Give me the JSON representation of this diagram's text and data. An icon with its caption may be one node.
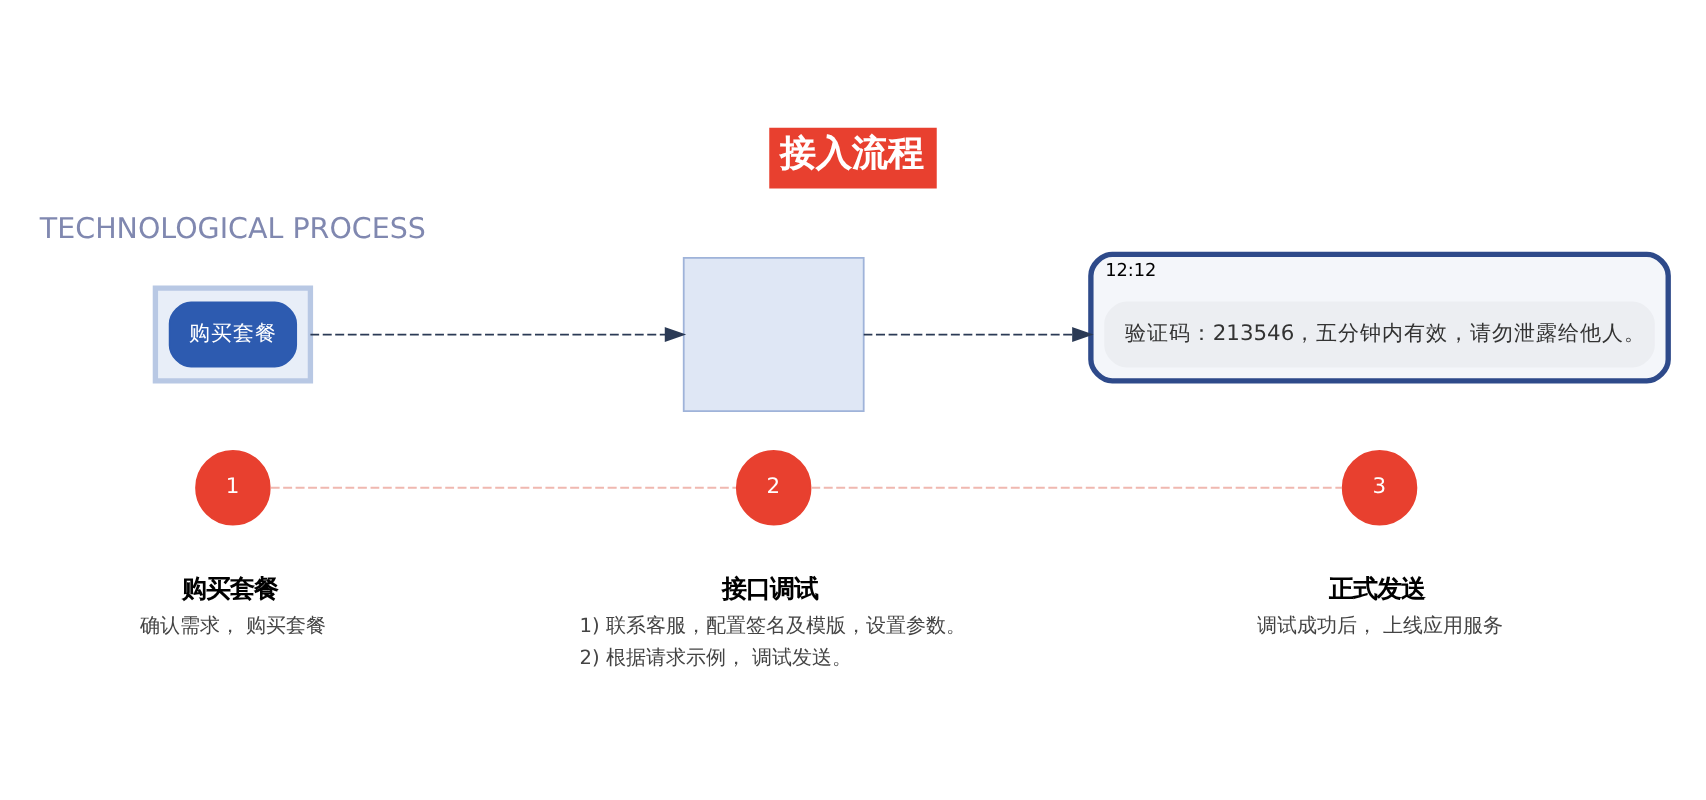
{
  "diagram": {
    "title": "接入流程",
    "nodes": [
      {
        "text": [
          "1"
        ],
        "beside": [
          "购买套餐",
          "确认需求， 购买套餐"
        ]
      },
      {
        "text": [
          "2"
        ],
        "beside": [
          "接口调试",
          "1) 联系客服，配置签名及模版，设置参数。",
          "2) 根据请求示例， 调试发送。"
        ]
      },
      {
        "text": [
          "3"
        ],
        "beside": [
          "正式发送",
          "调试成功后， 上线应用服务"
        ]
      },
      {
        "text": [],
        "shape": "box"
      },
      {
        "text": [
          "购买套餐"
        ],
        "in": 3
      },
      {
        "text": [],
        "shape": "box"
      },
      {
        "text": [
          "12:12"
        ]
      },
      {
        "text": [
          "验证码：213546，五分钟内有效，请勿泄露给他人。"
        ],
        "in": 6
      }
    ],
    "edges": [
      {
        "from": 0,
        "to": 1,
        "arrow": "none",
        "style": "dashed"
      },
      {
        "from": 1,
        "to": 2,
        "arrow": "none",
        "style": "dashed"
      },
      {
        "from": 3,
        "to": 5,
        "arrow": "to",
        "style": "dashed",
        "color": "#2b3a55"
      },
      {
        "from": 5,
        "to": 6,
        "arrow": "to",
        "style": "dashed",
        "color": "#2b3a55"
      }
    ],
    "labels": [
      "TECHNOLOGICAL PROCESS"
    ]
  }
}
